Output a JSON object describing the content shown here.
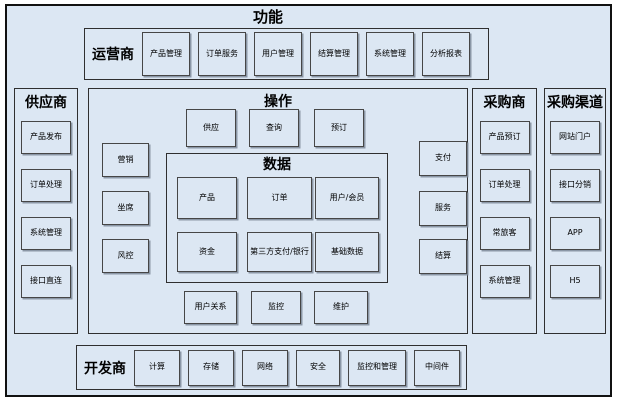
{
  "diagram": {
    "title": "功能",
    "operator": {
      "label": "运营商",
      "items": [
        "产品管理",
        "订单服务",
        "用户管理",
        "结算管理",
        "系统管理",
        "分析报表"
      ]
    },
    "supplier": {
      "label": "供应商",
      "items": [
        "产品发布",
        "订单处理",
        "系统管理",
        "接口直连"
      ]
    },
    "operation": {
      "label": "操作",
      "top": [
        "供应",
        "查询",
        "预订"
      ],
      "left": [
        "营销",
        "坐席",
        "风控"
      ],
      "right": [
        "支付",
        "服务",
        "结算"
      ],
      "data": {
        "label": "数据",
        "rows": [
          [
            "产品",
            "订单",
            "用户/会员"
          ],
          [
            "资金",
            "第三方支付/银行",
            "基础数据"
          ]
        ]
      },
      "bottom": [
        "用户关系",
        "监控",
        "维护"
      ]
    },
    "purchaser": {
      "label": "采购商",
      "items": [
        "产品预订",
        "订单处理",
        "常旅客",
        "系统管理"
      ]
    },
    "channel": {
      "label": "采购渠道",
      "items": [
        "网站门户",
        "接口分销",
        "APP",
        "H5"
      ]
    },
    "developer": {
      "label": "开发商",
      "items": [
        "计算",
        "存储",
        "网络",
        "安全",
        "监控和管理",
        "中间件"
      ]
    },
    "colors": {
      "background": "#dce7f3",
      "frame_border": "#111111",
      "section_border": "#2f2f2f",
      "box_border": "#464646",
      "box_shadow": "#7d8898",
      "text": "#000000"
    }
  }
}
